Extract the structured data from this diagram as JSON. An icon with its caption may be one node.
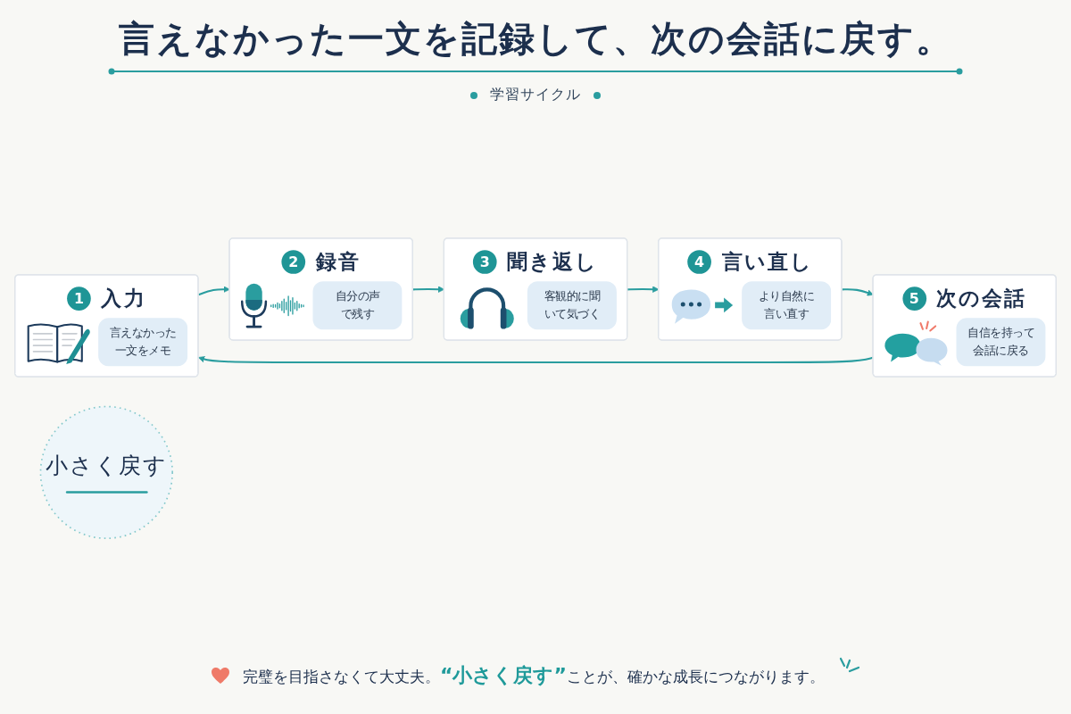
{
  "diagram": {
    "title": "言えなかった一文を記録して、次の会話に戻す。",
    "nodes": [
      {
        "text": [
          "1",
          "入力",
          "言えなかった一文をメモ"
        ]
      },
      {
        "text": [
          "2",
          "録音",
          "自分の声で残す"
        ]
      },
      {
        "text": [
          "3",
          "聞き返し",
          "客観的に聞いて気づく"
        ]
      },
      {
        "text": [
          "4",
          "言い直し",
          "より自然に言い直す"
        ]
      },
      {
        "text": [
          "5",
          "次の会話",
          "自信を持って会話に戻る"
        ]
      },
      {
        "text": [
          "小さく戻す"
        ]
      }
    ],
    "edges": [
      {
        "from": 0,
        "to": 1,
        "arrow": "to"
      },
      {
        "from": 1,
        "to": 2,
        "arrow": "to"
      },
      {
        "from": 2,
        "to": 3,
        "arrow": "to"
      },
      {
        "from": 3,
        "to": 4,
        "arrow": "to"
      },
      {
        "from": 4,
        "to": 0,
        "arrow": "to"
      }
    ],
    "labels": [
      "学習サイクル"
    ],
    "caption": "完璧を目指さなくて大丈夫。**“小さく戻す”**ことが、確かな成長につながります。"
  }
}
